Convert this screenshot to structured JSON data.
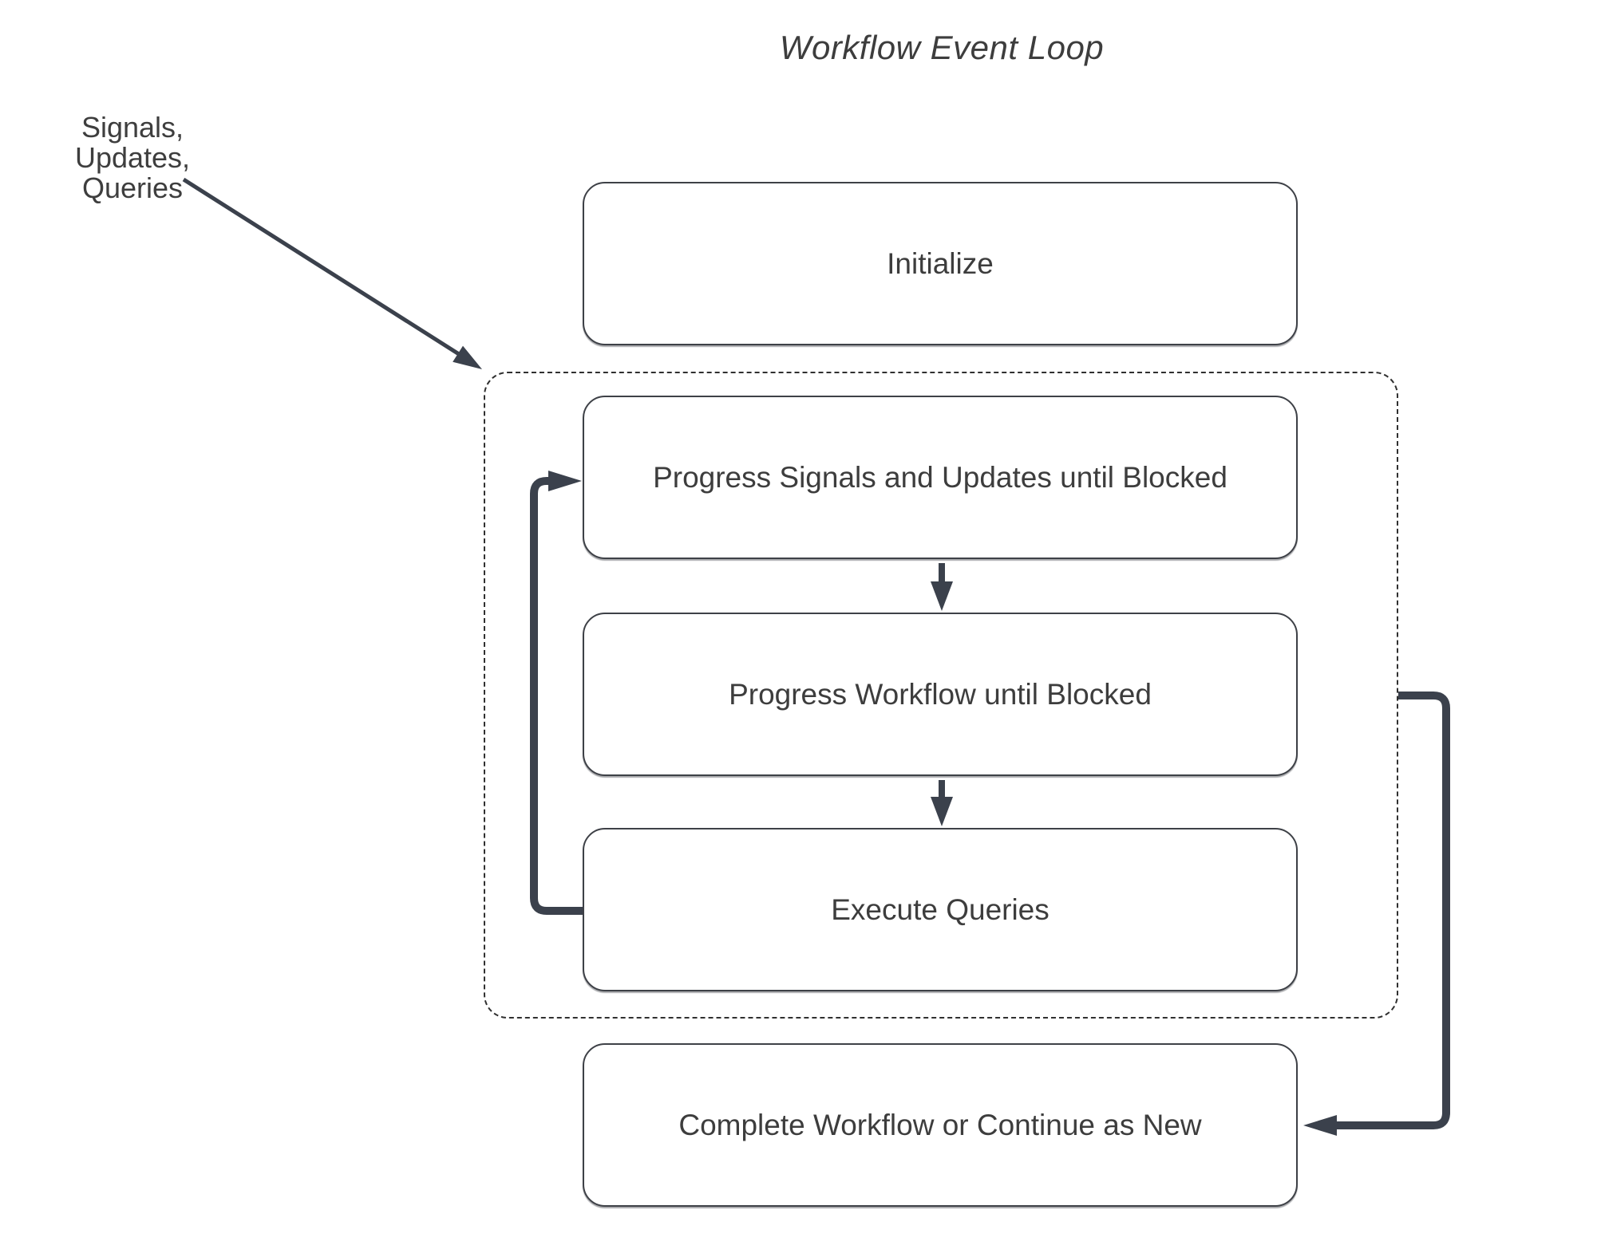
{
  "title": "Workflow Event Loop",
  "annotation": {
    "line1": "Signals, Updates,",
    "line2": "Queries"
  },
  "nodes": {
    "initialize": {
      "label": "Initialize"
    },
    "progress_signals": {
      "label": "Progress Signals and Updates until Blocked"
    },
    "progress_workflow": {
      "label": "Progress Workflow until Blocked"
    },
    "execute_queries": {
      "label": "Execute Queries"
    },
    "complete": {
      "label": "Complete Workflow or Continue as New"
    }
  },
  "edges": {
    "signals_to_loop": "external events into event loop",
    "progress_signals_to_progress_workflow": "down arrow",
    "progress_workflow_to_execute_queries": "down arrow",
    "execute_queries_back_to_progress_signals": "loop back arrow",
    "loop_to_complete": "exit arrow to completion"
  },
  "colors": {
    "background": "#ffffff",
    "arrow": "#3b414c",
    "box_border": "#3e4147",
    "dashed_border": "#303030",
    "text": "#3d3d3d"
  }
}
